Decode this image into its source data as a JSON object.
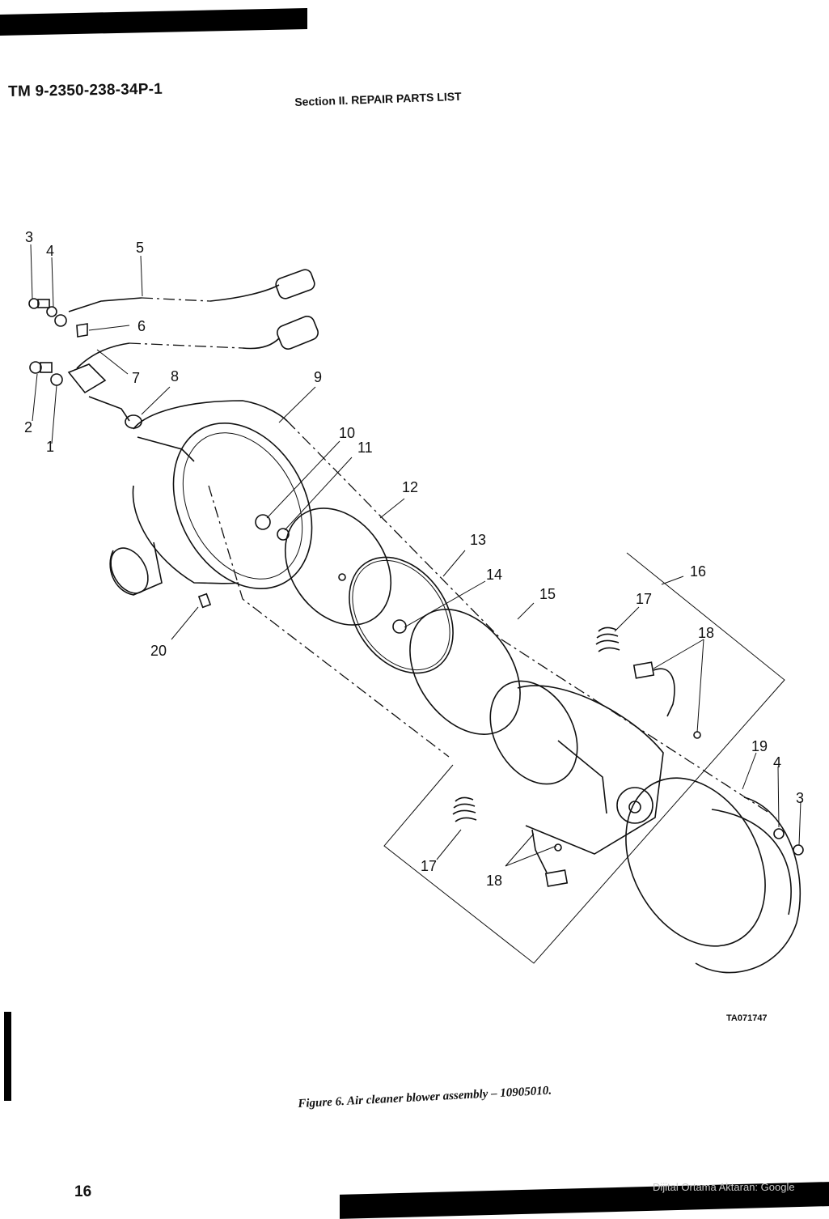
{
  "header": {
    "doc_id": "TM 9-2350-238-34P-1",
    "section_title": "Section II. REPAIR PARTS LIST"
  },
  "figure": {
    "callouts": [
      "1",
      "2",
      "3",
      "4",
      "5",
      "6",
      "7",
      "8",
      "9",
      "10",
      "11",
      "12",
      "13",
      "14",
      "15",
      "16",
      "17",
      "17",
      "18",
      "18",
      "19",
      "4",
      "3",
      "20"
    ],
    "drawing_code": "TA071747",
    "caption": "Figure 6. Air cleaner blower assembly – 10905010."
  },
  "footer": {
    "page_number": "16",
    "watermark": "Dijital Ortama Aktaran: Google"
  }
}
